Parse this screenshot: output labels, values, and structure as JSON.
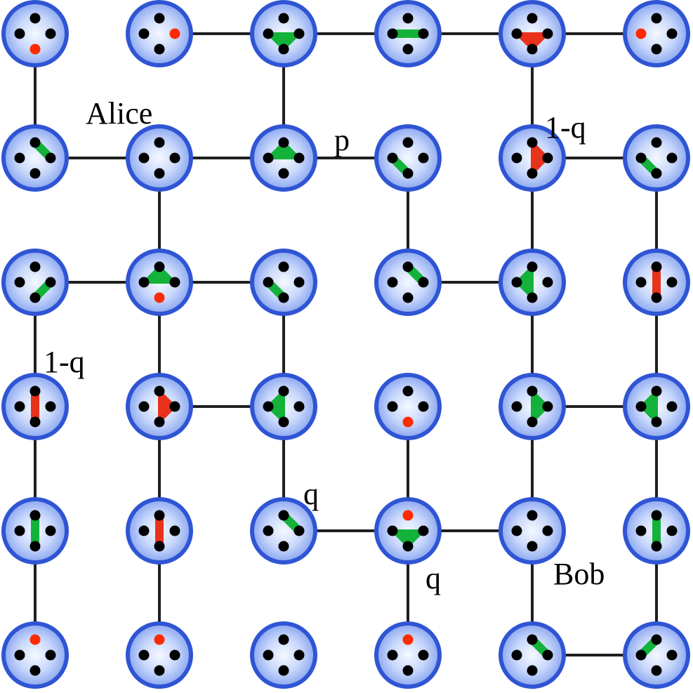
{
  "grid": {
    "rows": 6,
    "cols": 6
  },
  "colors": {
    "node_ring": "#2f55d4",
    "node_center": "#f4f8ff",
    "node_edge": "#8aa6f0",
    "qubit": "#000000",
    "measured_qubit": "#ff2a00",
    "link": "#1f1f1f",
    "entangle_green": "#13b23a",
    "entangle_red": "#e8321c"
  },
  "labels": {
    "alice": "Alice",
    "bob": "Bob",
    "p": "p",
    "one_minus_q_top": "1-q",
    "one_minus_q_left": "1-q",
    "q_middle": "q",
    "q_lower": "q"
  },
  "links": [
    {
      "from": [
        0,
        1
      ],
      "to": [
        0,
        2
      ]
    },
    {
      "from": [
        0,
        2
      ],
      "to": [
        0,
        3
      ]
    },
    {
      "from": [
        0,
        3
      ],
      "to": [
        0,
        4
      ]
    },
    {
      "from": [
        0,
        4
      ],
      "to": [
        0,
        5
      ]
    },
    {
      "from": [
        1,
        0
      ],
      "to": [
        1,
        1
      ]
    },
    {
      "from": [
        1,
        1
      ],
      "to": [
        1,
        2
      ]
    },
    {
      "from": [
        1,
        2
      ],
      "to": [
        1,
        3
      ]
    },
    {
      "from": [
        1,
        4
      ],
      "to": [
        1,
        5
      ]
    },
    {
      "from": [
        2,
        0
      ],
      "to": [
        2,
        1
      ]
    },
    {
      "from": [
        2,
        1
      ],
      "to": [
        2,
        2
      ]
    },
    {
      "from": [
        2,
        3
      ],
      "to": [
        2,
        4
      ]
    },
    {
      "from": [
        3,
        1
      ],
      "to": [
        3,
        2
      ]
    },
    {
      "from": [
        3,
        4
      ],
      "to": [
        3,
        5
      ]
    },
    {
      "from": [
        4,
        2
      ],
      "to": [
        4,
        3
      ]
    },
    {
      "from": [
        4,
        3
      ],
      "to": [
        4,
        4
      ]
    },
    {
      "from": [
        5,
        4
      ],
      "to": [
        5,
        5
      ]
    },
    {
      "from": [
        0,
        0
      ],
      "to": [
        1,
        0
      ]
    },
    {
      "from": [
        2,
        0
      ],
      "to": [
        3,
        0
      ]
    },
    {
      "from": [
        3,
        0
      ],
      "to": [
        4,
        0
      ]
    },
    {
      "from": [
        4,
        0
      ],
      "to": [
        5,
        0
      ]
    },
    {
      "from": [
        1,
        1
      ],
      "to": [
        2,
        1
      ]
    },
    {
      "from": [
        2,
        1
      ],
      "to": [
        3,
        1
      ]
    },
    {
      "from": [
        3,
        1
      ],
      "to": [
        4,
        1
      ]
    },
    {
      "from": [
        4,
        1
      ],
      "to": [
        5,
        1
      ]
    },
    {
      "from": [
        0,
        2
      ],
      "to": [
        1,
        2
      ]
    },
    {
      "from": [
        2,
        2
      ],
      "to": [
        3,
        2
      ]
    },
    {
      "from": [
        3,
        2
      ],
      "to": [
        4,
        2
      ]
    },
    {
      "from": [
        1,
        3
      ],
      "to": [
        2,
        3
      ]
    },
    {
      "from": [
        3,
        3
      ],
      "to": [
        4,
        3
      ]
    },
    {
      "from": [
        4,
        3
      ],
      "to": [
        5,
        3
      ]
    },
    {
      "from": [
        0,
        4
      ],
      "to": [
        1,
        4
      ]
    },
    {
      "from": [
        1,
        4
      ],
      "to": [
        2,
        4
      ]
    },
    {
      "from": [
        2,
        4
      ],
      "to": [
        3,
        4
      ]
    },
    {
      "from": [
        3,
        4
      ],
      "to": [
        4,
        4
      ]
    },
    {
      "from": [
        4,
        4
      ],
      "to": [
        5,
        4
      ]
    },
    {
      "from": [
        1,
        5
      ],
      "to": [
        2,
        5
      ]
    },
    {
      "from": [
        2,
        5
      ],
      "to": [
        3,
        5
      ]
    },
    {
      "from": [
        3,
        5
      ],
      "to": [
        4,
        5
      ]
    },
    {
      "from": [
        4,
        5
      ],
      "to": [
        5,
        5
      ]
    }
  ],
  "nodes": [
    {
      "row": 0,
      "col": 0,
      "red": [
        "S"
      ],
      "bond": null
    },
    {
      "row": 0,
      "col": 1,
      "red": [
        "E"
      ],
      "bond": null
    },
    {
      "row": 0,
      "col": 2,
      "red": [],
      "bond": {
        "color": "green",
        "qubits": [
          "W",
          "E",
          "S"
        ]
      }
    },
    {
      "row": 0,
      "col": 3,
      "red": [],
      "bond": {
        "color": "green",
        "qubits": [
          "W",
          "E"
        ]
      }
    },
    {
      "row": 0,
      "col": 4,
      "red": [],
      "bond": {
        "color": "red",
        "qubits": [
          "W",
          "E",
          "S"
        ]
      }
    },
    {
      "row": 0,
      "col": 5,
      "red": [
        "W"
      ],
      "bond": null
    },
    {
      "row": 1,
      "col": 0,
      "red": [],
      "bond": {
        "color": "green",
        "qubits": [
          "N",
          "E"
        ]
      }
    },
    {
      "row": 1,
      "col": 1,
      "red": [],
      "bond": null
    },
    {
      "row": 1,
      "col": 2,
      "red": [],
      "bond": {
        "color": "green",
        "qubits": [
          "N",
          "W",
          "E"
        ]
      }
    },
    {
      "row": 1,
      "col": 3,
      "red": [],
      "bond": {
        "color": "green",
        "qubits": [
          "W",
          "S"
        ]
      }
    },
    {
      "row": 1,
      "col": 4,
      "red": [],
      "bond": {
        "color": "red",
        "qubits": [
          "N",
          "E",
          "S"
        ]
      }
    },
    {
      "row": 1,
      "col": 5,
      "red": [],
      "bond": {
        "color": "green",
        "qubits": [
          "W",
          "S"
        ]
      }
    },
    {
      "row": 2,
      "col": 0,
      "red": [],
      "bond": {
        "color": "green",
        "qubits": [
          "E",
          "S"
        ]
      }
    },
    {
      "row": 2,
      "col": 1,
      "red": [
        "S"
      ],
      "bond": {
        "color": "green",
        "qubits": [
          "N",
          "W",
          "E"
        ]
      }
    },
    {
      "row": 2,
      "col": 2,
      "red": [],
      "bond": {
        "color": "green",
        "qubits": [
          "W",
          "S"
        ]
      }
    },
    {
      "row": 2,
      "col": 3,
      "red": [],
      "bond": {
        "color": "green",
        "qubits": [
          "N",
          "E"
        ]
      }
    },
    {
      "row": 2,
      "col": 4,
      "red": [],
      "bond": {
        "color": "green",
        "qubits": [
          "N",
          "W",
          "S"
        ]
      }
    },
    {
      "row": 2,
      "col": 5,
      "red": [],
      "bond": {
        "color": "red",
        "qubits": [
          "N",
          "S"
        ]
      }
    },
    {
      "row": 3,
      "col": 0,
      "red": [],
      "bond": {
        "color": "red",
        "qubits": [
          "N",
          "S"
        ]
      }
    },
    {
      "row": 3,
      "col": 1,
      "red": [],
      "bond": {
        "color": "red",
        "qubits": [
          "N",
          "E",
          "S"
        ]
      }
    },
    {
      "row": 3,
      "col": 2,
      "red": [],
      "bond": {
        "color": "green",
        "qubits": [
          "N",
          "W",
          "S"
        ]
      }
    },
    {
      "row": 3,
      "col": 3,
      "red": [
        "S"
      ],
      "bond": null
    },
    {
      "row": 3,
      "col": 4,
      "red": [],
      "bond": {
        "color": "green",
        "qubits": [
          "N",
          "E",
          "S"
        ]
      }
    },
    {
      "row": 3,
      "col": 5,
      "red": [],
      "bond": {
        "color": "green",
        "qubits": [
          "N",
          "W",
          "S"
        ]
      }
    },
    {
      "row": 4,
      "col": 0,
      "red": [],
      "bond": {
        "color": "green",
        "qubits": [
          "N",
          "S"
        ]
      }
    },
    {
      "row": 4,
      "col": 1,
      "red": [],
      "bond": {
        "color": "red",
        "qubits": [
          "N",
          "S"
        ]
      }
    },
    {
      "row": 4,
      "col": 2,
      "red": [],
      "bond": {
        "color": "green",
        "qubits": [
          "N",
          "E"
        ]
      }
    },
    {
      "row": 4,
      "col": 3,
      "red": [
        "N"
      ],
      "bond": {
        "color": "green",
        "qubits": [
          "W",
          "E",
          "S"
        ]
      }
    },
    {
      "row": 4,
      "col": 4,
      "red": [],
      "bond": null
    },
    {
      "row": 4,
      "col": 5,
      "red": [],
      "bond": {
        "color": "green",
        "qubits": [
          "N",
          "S"
        ]
      }
    },
    {
      "row": 5,
      "col": 0,
      "red": [
        "N"
      ],
      "bond": null
    },
    {
      "row": 5,
      "col": 1,
      "red": [
        "N"
      ],
      "bond": null
    },
    {
      "row": 5,
      "col": 2,
      "red": [],
      "bond": null
    },
    {
      "row": 5,
      "col": 3,
      "red": [
        "N"
      ],
      "bond": null
    },
    {
      "row": 5,
      "col": 4,
      "red": [],
      "bond": {
        "color": "green",
        "qubits": [
          "N",
          "E"
        ]
      }
    },
    {
      "row": 5,
      "col": 5,
      "red": [],
      "bond": {
        "color": "green",
        "qubits": [
          "W",
          "N"
        ]
      }
    }
  ]
}
